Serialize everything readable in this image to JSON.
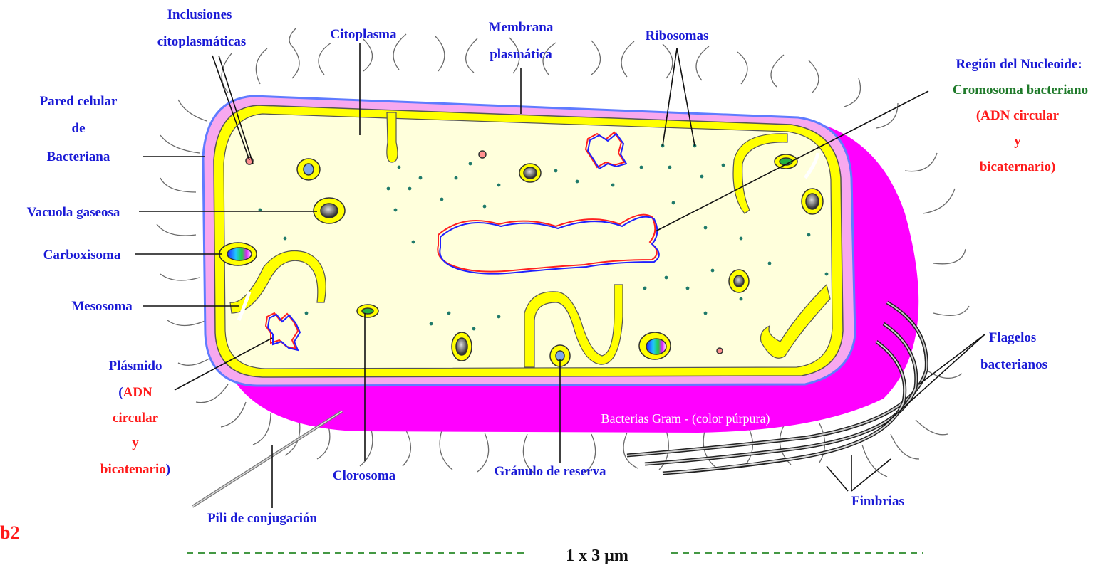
{
  "labels": {
    "inclusiones_1": "Inclusiones",
    "inclusiones_2": "citoplasmáticas",
    "citoplasma": "Citoplasma",
    "membrana_1": "Membrana",
    "membrana_2": "plasmática",
    "ribosomas": "Ribosomas",
    "nucleoide_1": "Región del Nucleoide:",
    "nucleoide_2": "Cromosoma bacteriano",
    "nucleoide_3": "(ADN circular",
    "nucleoide_4": "y",
    "nucleoide_5": "bicaternario)",
    "pared_1": "Pared celular",
    "pared_2": "de",
    "pared_3": "Bacteriana",
    "vacuola": "Vacuola gaseosa",
    "carboxisoma": "Carboxisoma",
    "mesosoma": "Mesosoma",
    "plasmido_1": "Plásmido",
    "plasmido_2a": "(",
    "plasmido_2b": "ADN",
    "plasmido_3": "circular",
    "plasmido_4": "y",
    "plasmido_5a": "bicatenario",
    "plasmido_5b": ")",
    "gram": "Bacterias Gram - (color púrpura)",
    "flagelos_1": "Flagelos",
    "flagelos_2": "bacterianos",
    "clorosoma": "Clorosoma",
    "granulo": "Gránulo de reserva",
    "fimbrias": "Fimbrias",
    "pili": "Pili de conjugación",
    "figure_tag": "b2",
    "scale": "1 x 3 µm"
  },
  "colors": {
    "wall_magenta": "#ff00ff",
    "wall_pink": "#f7a8ef",
    "wall_blue": "#5f7bff",
    "membrane_yellow": "#ffff00",
    "cytoplasm": "#ffffdc",
    "ribosome": "#1f7a6a",
    "label_blue": "#1a1ad6",
    "label_red": "#ff1a1a",
    "label_green": "#1f7a2a",
    "scale_dash": "#2a8a2a"
  }
}
